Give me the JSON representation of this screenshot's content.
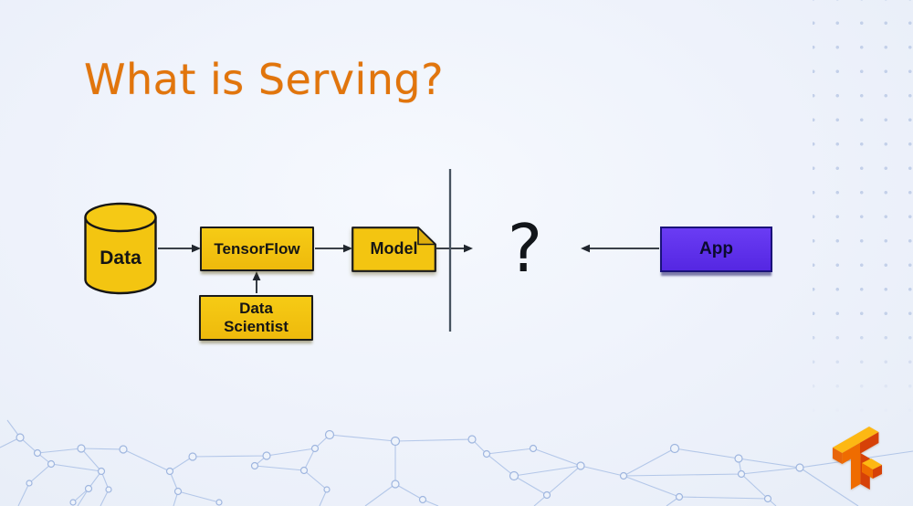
{
  "slide": {
    "title": "What is Serving?",
    "question_mark": "?"
  },
  "diagram": {
    "data_store": {
      "label": "Data",
      "shape": "cylinder"
    },
    "tensorflow": {
      "label": "TensorFlow",
      "shape": "rect"
    },
    "data_scientist": {
      "label": "Data Scientist",
      "shape": "rect"
    },
    "model": {
      "label": "Model",
      "shape": "note-folded-corner"
    },
    "app": {
      "label": "App",
      "shape": "rect"
    },
    "connections": [
      {
        "from": "Data",
        "to": "TensorFlow",
        "direction": "right"
      },
      {
        "from": "Data Scientist",
        "to": "TensorFlow",
        "direction": "up"
      },
      {
        "from": "TensorFlow",
        "to": "Model",
        "direction": "right"
      },
      {
        "from": "Model",
        "to": "serving-boundary",
        "direction": "right"
      },
      {
        "from": "App",
        "to": "serving-boundary",
        "direction": "left"
      }
    ],
    "boundary": "vertical-divider-line"
  },
  "icons": {
    "logo": "tensorflow-logo"
  },
  "colors": {
    "background": "#EEF2FA",
    "title_orange": "#E1750C",
    "node_yellow": "#F3C511",
    "node_border": "#1B1B1B",
    "app_purple": "#5B2EE9",
    "app_border": "#1A1279",
    "connector": "#20262E",
    "divider": "#46525F",
    "mesh_blue": "#A9BFE5",
    "dot_grid": "#C3D0E9",
    "logo_yellow": "#FDB813",
    "logo_orange": "#EF6C00",
    "logo_red": "#D64108"
  }
}
